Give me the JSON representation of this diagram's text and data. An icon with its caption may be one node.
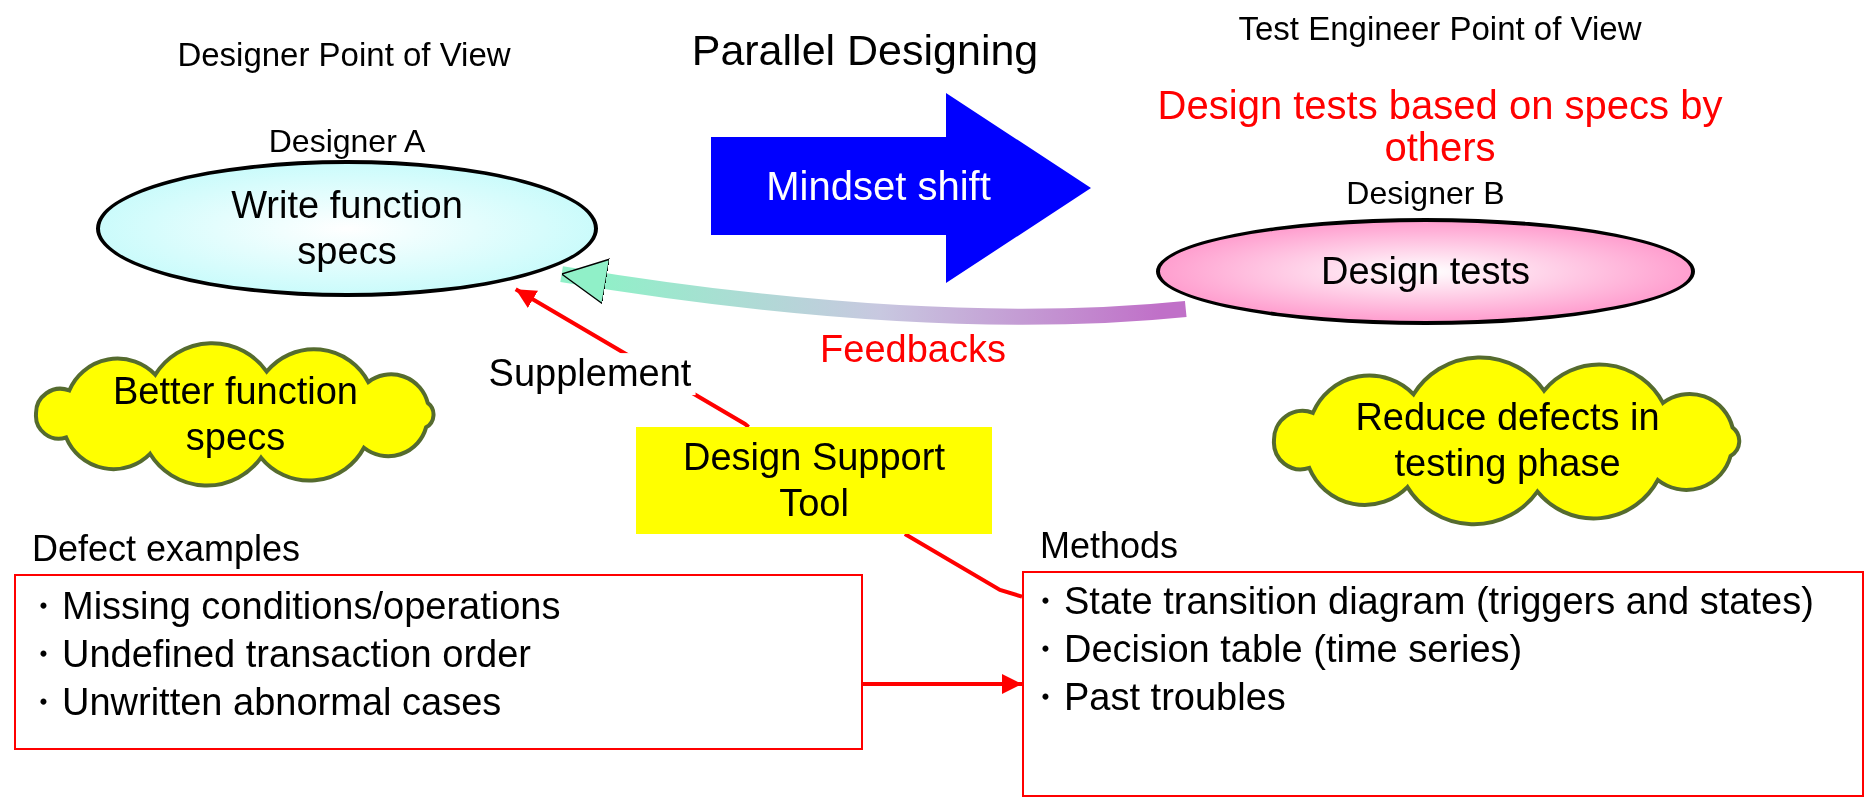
{
  "diagram": {
    "nodes": [
      {
        "text": [
          "Designer A",
          "Write function specs"
        ]
      },
      {
        "text": [
          "Mindset shift"
        ]
      },
      {
        "text": [
          "Designer B",
          "Design tests"
        ]
      },
      {
        "text": [
          "Better function specs"
        ]
      },
      {
        "text": [
          "Design Support Tool"
        ]
      },
      {
        "text": [
          "Reduce defects in testing phase"
        ]
      },
      {
        "text": [
          "Defect examples",
          "・Missing conditions/operations",
          "・Undefined transaction order",
          "・Unwritten abnormal cases"
        ]
      },
      {
        "text": [
          "Methods",
          "・State transition diagram (triggers and states)",
          "・Decision table (time series)",
          "・Past troubles"
        ]
      }
    ],
    "edges": [
      {
        "from": 2,
        "to": 0,
        "arrow": "to",
        "label": "Feedbacks",
        "style": "thick"
      },
      {
        "from": 7,
        "to": 4,
        "arrow": "none"
      },
      {
        "from": 4,
        "to": 0,
        "arrow": "to",
        "label": "Supplement"
      },
      {
        "from": 6,
        "to": 7,
        "arrow": "to"
      }
    ],
    "labels": [
      "Designer Point of View",
      "Parallel Designing",
      "Test Engineer Point of View",
      "Design tests based on specs by others"
    ]
  }
}
